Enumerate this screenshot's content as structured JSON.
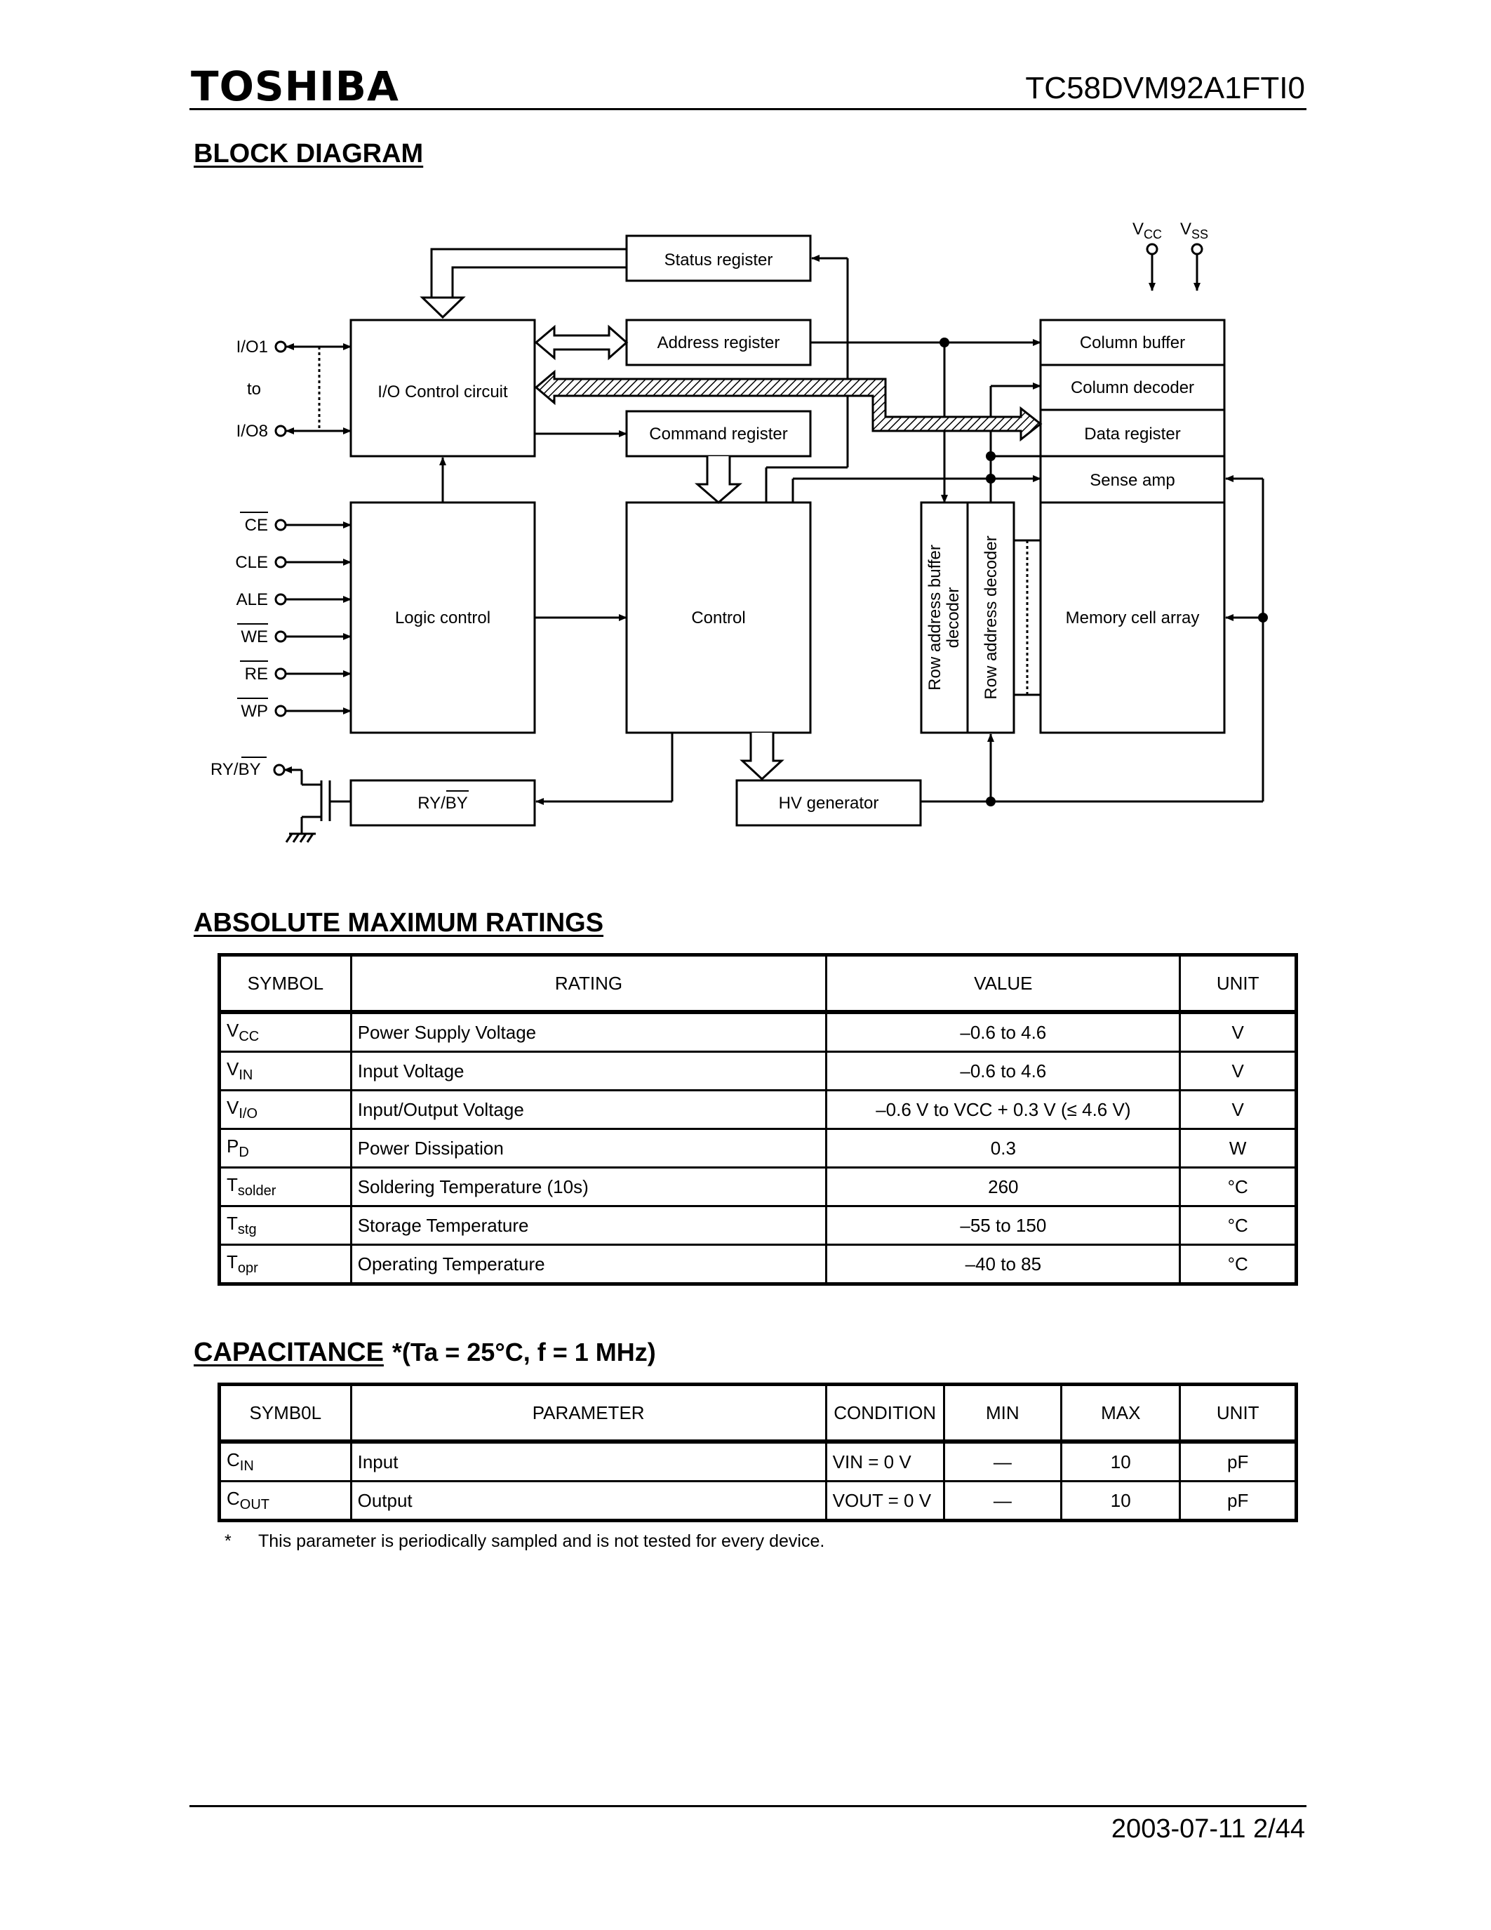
{
  "header": {
    "logo": "TOSHIBA",
    "part_number": "TC58DVM92A1FTI0"
  },
  "sections": {
    "block_diagram": "BLOCK DIAGRAM",
    "ratings": "ABSOLUTE MAXIMUM RATINGS",
    "capacitance": "CAPACITANCE",
    "capacitance_condition": "*(Ta = 25°C, f = 1 MHz)"
  },
  "diagram": {
    "blocks": {
      "status_register": "Status register",
      "address_register": "Address register",
      "command_register": "Command register",
      "io_control": "I/O Control circuit",
      "logic_control": "Logic control",
      "control": "Control",
      "column_buffer": "Column buffer",
      "column_decoder": "Column decoder",
      "data_register": "Data register",
      "sense_amp": "Sense amp",
      "memory_cell_array": "Memory cell array",
      "row_address_buffer_line1": "Row address buffer",
      "row_address_buffer_line2": "decoder",
      "row_address_decoder": "Row address decoder",
      "ry_by_block": "RY/BY",
      "hv_generator": "HV generator"
    },
    "pins": {
      "io1": "I/O1",
      "to": "to",
      "io8": "I/O8",
      "ce": "CE",
      "cle": "CLE",
      "ale": "ALE",
      "we": "WE",
      "re": "RE",
      "wp": "WP",
      "ry": "RY/",
      "by": "BY",
      "vcc": "V",
      "vcc_sub": "CC",
      "vss": "V",
      "vss_sub": "SS"
    }
  },
  "ratings_table": {
    "headers": [
      "SYMBOL",
      "RATING",
      "VALUE",
      "UNIT"
    ],
    "rows": [
      {
        "sym": "V",
        "sub": "CC",
        "rating": "Power Supply Voltage",
        "value": "–0.6 to 4.6",
        "unit": "V"
      },
      {
        "sym": "V",
        "sub": "IN",
        "rating": "Input Voltage",
        "value": "–0.6 to 4.6",
        "unit": "V"
      },
      {
        "sym": "V",
        "sub": "I/O",
        "rating": "Input/Output Voltage",
        "value": "–0.6 V to VCC + 0.3 V (≤ 4.6 V)",
        "unit": "V"
      },
      {
        "sym": "P",
        "sub": "D",
        "rating": "Power Dissipation",
        "value": "0.3",
        "unit": "W"
      },
      {
        "sym": "T",
        "sub": "solder",
        "rating": "Soldering Temperature (10s)",
        "value": "260",
        "unit": "°C"
      },
      {
        "sym": "T",
        "sub": "stg",
        "rating": "Storage Temperature",
        "value": "–55 to 150",
        "unit": "°C"
      },
      {
        "sym": "T",
        "sub": "opr",
        "rating": "Operating Temperature",
        "value": "–40 to 85",
        "unit": "°C"
      }
    ]
  },
  "capacitance_table": {
    "headers": [
      "SYMB0L",
      "PARAMETER",
      "CONDITION",
      "MIN",
      "MAX",
      "UNIT"
    ],
    "rows": [
      {
        "sym": "C",
        "sub": "IN",
        "param": "Input",
        "cond": "VIN = 0 V",
        "min": "—",
        "max": "10",
        "unit": "pF"
      },
      {
        "sym": "C",
        "sub": "OUT",
        "param": "Output",
        "cond": "VOUT = 0 V",
        "min": "—",
        "max": "10",
        "unit": "pF"
      }
    ]
  },
  "footnote": {
    "mark": "*",
    "text": "This parameter is periodically sampled and is not tested for every device."
  },
  "footer": {
    "date_page": "2003-07-11   2/44"
  }
}
